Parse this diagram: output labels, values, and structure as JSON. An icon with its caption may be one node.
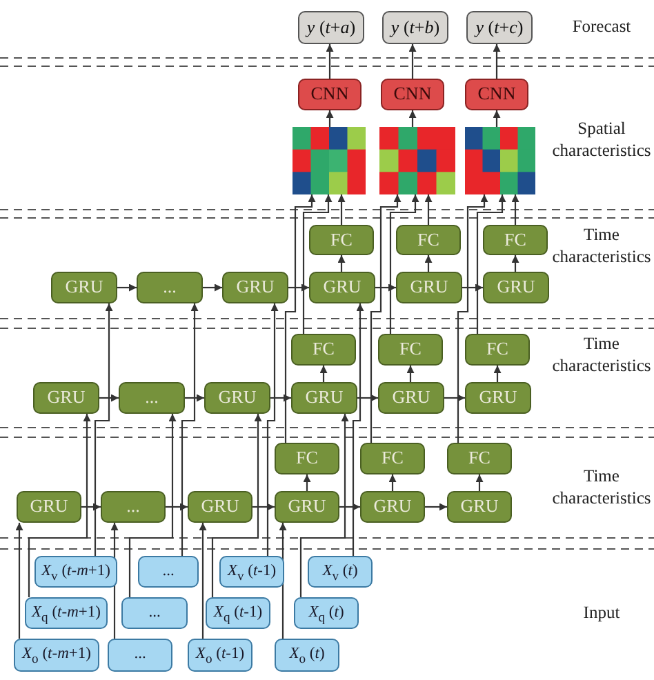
{
  "diagram": {
    "nodes": [
      {
        "text": [
          "*y* (*t*+*a*)"
        ]
      },
      {
        "text": [
          "*y* (*t*+*b*)"
        ]
      },
      {
        "text": [
          "*y* (*t*+*c*)"
        ]
      },
      {
        "text": [
          "CNN"
        ]
      },
      {
        "text": [
          "CNN"
        ]
      },
      {
        "text": [
          "CNN"
        ]
      },
      {
        "text": [],
        "shape": "picture"
      },
      {
        "text": [],
        "shape": "picture"
      },
      {
        "text": [],
        "shape": "picture"
      },
      {
        "text": [
          "FC"
        ]
      },
      {
        "text": [
          "FC"
        ]
      },
      {
        "text": [
          "FC"
        ]
      },
      {
        "text": [
          "GRU"
        ]
      },
      {
        "text": [
          "..."
        ]
      },
      {
        "text": [
          "GRU"
        ]
      },
      {
        "text": [
          "GRU"
        ]
      },
      {
        "text": [
          "GRU"
        ]
      },
      {
        "text": [
          "GRU"
        ]
      },
      {
        "text": [
          "FC"
        ]
      },
      {
        "text": [
          "FC"
        ]
      },
      {
        "text": [
          "FC"
        ]
      },
      {
        "text": [
          "GRU"
        ]
      },
      {
        "text": [
          "..."
        ]
      },
      {
        "text": [
          "GRU"
        ]
      },
      {
        "text": [
          "GRU"
        ]
      },
      {
        "text": [
          "GRU"
        ]
      },
      {
        "text": [
          "GRU"
        ]
      },
      {
        "text": [
          "FC"
        ]
      },
      {
        "text": [
          "FC"
        ]
      },
      {
        "text": [
          "FC"
        ]
      },
      {
        "text": [
          "GRU"
        ]
      },
      {
        "text": [
          "..."
        ]
      },
      {
        "text": [
          "GRU"
        ]
      },
      {
        "text": [
          "GRU"
        ]
      },
      {
        "text": [
          "GRU"
        ]
      },
      {
        "text": [
          "GRU"
        ]
      },
      {
        "text": [
          "*X*$_{v}$ (*t*-*m*+1)"
        ]
      },
      {
        "text": [
          "..."
        ]
      },
      {
        "text": [
          "*X*$_{v}$ (*t*-1)"
        ]
      },
      {
        "text": [
          "*X*$_{v}$ (*t*)"
        ]
      },
      {
        "text": [
          "*X*$_{q}$ (*t*-*m*+1)"
        ]
      },
      {
        "text": [
          "..."
        ]
      },
      {
        "text": [
          "*X*$_{q}$ (*t*-1)"
        ]
      },
      {
        "text": [
          "*X*$_{q}$ (*t*)"
        ]
      },
      {
        "text": [
          "*X*$_{o}$ (*t*-*m*+1)"
        ]
      },
      {
        "text": [
          "..."
        ]
      },
      {
        "text": [
          "*X*$_{o}$ (*t*-1)"
        ]
      },
      {
        "text": [
          "*X*$_{o}$ (*t*)"
        ]
      }
    ],
    "edges": [
      {
        "from": 30,
        "to": 31,
        "arrow": "to"
      },
      {
        "from": 31,
        "to": 32,
        "arrow": "to"
      },
      {
        "from": 32,
        "to": 33,
        "arrow": "to"
      },
      {
        "from": 33,
        "to": 34,
        "arrow": "to"
      },
      {
        "from": 34,
        "to": 35,
        "arrow": "to"
      },
      {
        "from": 33,
        "to": 27,
        "arrow": "to"
      },
      {
        "from": 34,
        "to": 28,
        "arrow": "to"
      },
      {
        "from": 35,
        "to": 29,
        "arrow": "to"
      },
      {
        "from": 21,
        "to": 22,
        "arrow": "to"
      },
      {
        "from": 22,
        "to": 23,
        "arrow": "to"
      },
      {
        "from": 23,
        "to": 24,
        "arrow": "to"
      },
      {
        "from": 24,
        "to": 25,
        "arrow": "to"
      },
      {
        "from": 25,
        "to": 26,
        "arrow": "to"
      },
      {
        "from": 24,
        "to": 18,
        "arrow": "to"
      },
      {
        "from": 25,
        "to": 19,
        "arrow": "to"
      },
      {
        "from": 26,
        "to": 20,
        "arrow": "to"
      },
      {
        "from": 12,
        "to": 13,
        "arrow": "to"
      },
      {
        "from": 13,
        "to": 14,
        "arrow": "to"
      },
      {
        "from": 14,
        "to": 15,
        "arrow": "to"
      },
      {
        "from": 15,
        "to": 16,
        "arrow": "to"
      },
      {
        "from": 16,
        "to": 17,
        "arrow": "to"
      },
      {
        "from": 15,
        "to": 9,
        "arrow": "to"
      },
      {
        "from": 16,
        "to": 10,
        "arrow": "to"
      },
      {
        "from": 17,
        "to": 11,
        "arrow": "to"
      },
      {
        "from": 44,
        "to": 30,
        "arrow": "to"
      },
      {
        "from": 45,
        "to": 31,
        "arrow": "to"
      },
      {
        "from": 46,
        "to": 32,
        "arrow": "to"
      },
      {
        "from": 47,
        "to": 33,
        "arrow": "to"
      },
      {
        "from": 40,
        "to": 21,
        "arrow": "to"
      },
      {
        "from": 41,
        "to": 22,
        "arrow": "to"
      },
      {
        "from": 42,
        "to": 23,
        "arrow": "to"
      },
      {
        "from": 43,
        "to": 24,
        "arrow": "to"
      },
      {
        "from": 36,
        "to": 12,
        "arrow": "to"
      },
      {
        "from": 37,
        "to": 13,
        "arrow": "to"
      },
      {
        "from": 38,
        "to": 14,
        "arrow": "to"
      },
      {
        "from": 39,
        "to": 15,
        "arrow": "to"
      },
      {
        "from": 27,
        "to": 6,
        "arrow": "to"
      },
      {
        "from": 18,
        "to": 6,
        "arrow": "to"
      },
      {
        "from": 9,
        "to": 6,
        "arrow": "to"
      },
      {
        "from": 28,
        "to": 7,
        "arrow": "to"
      },
      {
        "from": 19,
        "to": 7,
        "arrow": "to"
      },
      {
        "from": 10,
        "to": 7,
        "arrow": "to"
      },
      {
        "from": 29,
        "to": 8,
        "arrow": "to"
      },
      {
        "from": 20,
        "to": 8,
        "arrow": "to"
      },
      {
        "from": 11,
        "to": 8,
        "arrow": "to"
      },
      {
        "from": 6,
        "to": 3,
        "arrow": "to"
      },
      {
        "from": 7,
        "to": 4,
        "arrow": "to"
      },
      {
        "from": 8,
        "to": 5,
        "arrow": "to"
      },
      {
        "from": 3,
        "to": 0,
        "arrow": "to"
      },
      {
        "from": 4,
        "to": 1,
        "arrow": "to"
      },
      {
        "from": 5,
        "to": 2,
        "arrow": "to"
      }
    ],
    "labels": [
      "Forecast",
      "Spatial characteristics",
      "Time characteristics",
      "Time characteristics",
      "Time characteristics",
      "Input"
    ]
  }
}
